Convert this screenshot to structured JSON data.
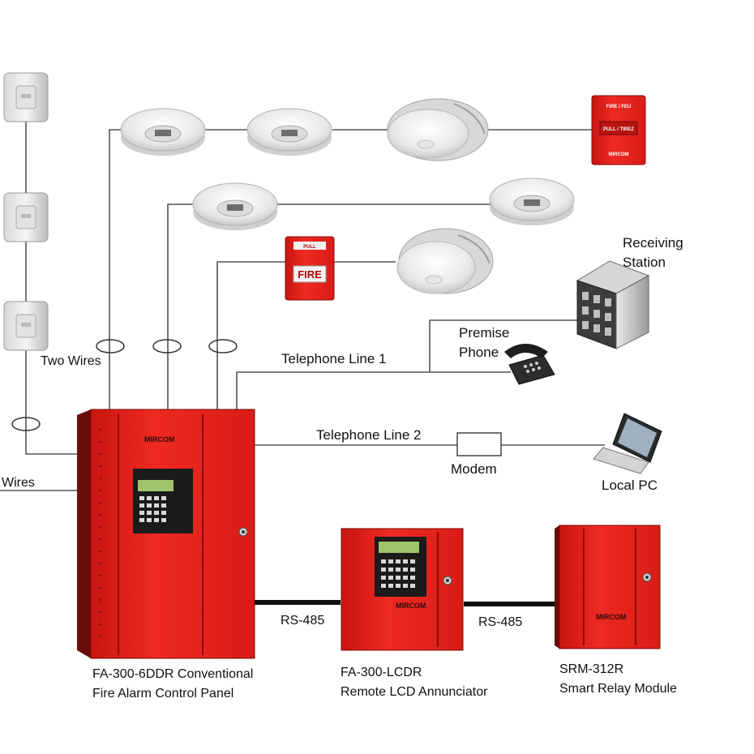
{
  "diagram": {
    "labels": {
      "two_wires": "Two Wires",
      "wires": "Wires",
      "receiving_station_line1": "Receiving",
      "receiving_station_line2": "Station",
      "premise_phone_line1": "Premise",
      "premise_phone_line2": "Phone",
      "telephone_line_1": "Telephone Line 1",
      "telephone_line_2": "Telephone Line 2",
      "modem": "Modem",
      "local_pc": "Local PC",
      "rs485_left": "RS-485",
      "rs485_right": "RS-485"
    },
    "devices": {
      "control_panel": {
        "name": "FA-300-6DDR Conventional",
        "desc": "Fire Alarm Control Panel",
        "brand": "MIRCOM"
      },
      "annunciator": {
        "name": "FA-300-LCDR",
        "desc": "Remote LCD Annunciator",
        "brand": "MIRCOM"
      },
      "relay_module": {
        "name": "SRM-312R",
        "desc": "Smart Relay Module",
        "brand": "MIRCOM"
      }
    },
    "pull_stations": {
      "top": {
        "header": "FIRE / FEU",
        "bar": "PULL / TIREZ",
        "brand": "MIRCOM"
      },
      "middle": {
        "header": "PULL",
        "label": "FIRE"
      }
    },
    "colors": {
      "panel_red": "#e8231e",
      "panel_dark_red": "#a01010",
      "wire_gray": "#555555",
      "rs485_black": "#111111",
      "detector_white": "#f2f2f2"
    }
  }
}
